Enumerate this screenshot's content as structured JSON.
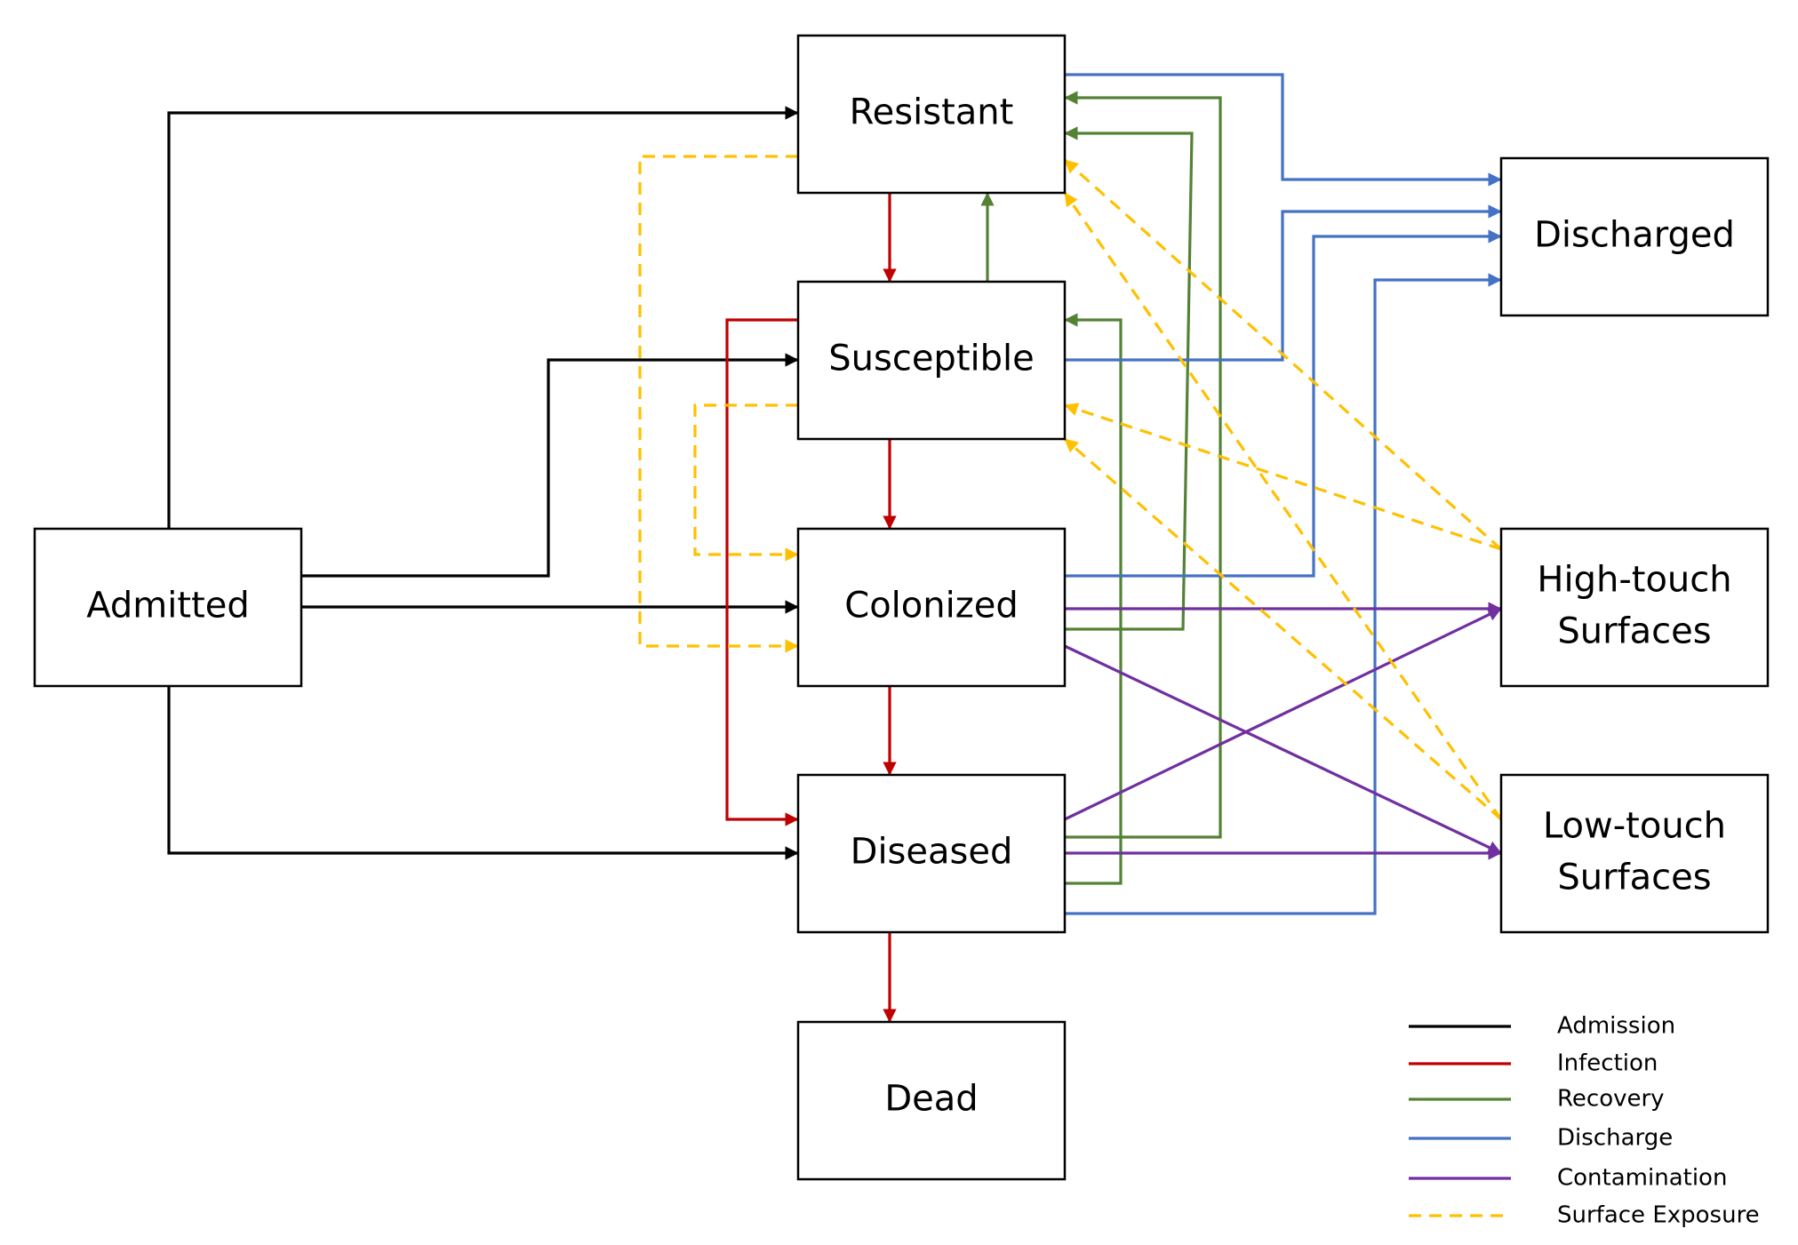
{
  "nodes": {
    "resistant": {
      "lines": [
        "Resistant"
      ]
    },
    "susceptible": {
      "lines": [
        "Susceptible"
      ]
    },
    "colonized": {
      "lines": [
        "Colonized"
      ]
    },
    "diseased": {
      "lines": [
        "Diseased"
      ]
    },
    "dead": {
      "lines": [
        "Dead"
      ]
    },
    "admitted": {
      "lines": [
        "Admitted"
      ]
    },
    "discharged": {
      "lines": [
        "Discharged"
      ]
    },
    "high_touch": {
      "lines": [
        "High-touch",
        "Surfaces"
      ]
    },
    "low_touch": {
      "lines": [
        "Low-touch",
        "Surfaces"
      ]
    }
  },
  "edge_types": {
    "admission": {
      "label": "Admission",
      "color": "#000000",
      "dashed": false
    },
    "infection": {
      "label": "Infection",
      "color": "#c00000",
      "dashed": false
    },
    "recovery": {
      "label": "Recovery",
      "color": "#548235",
      "dashed": false
    },
    "discharge": {
      "label": "Discharge",
      "color": "#4472c4",
      "dashed": false
    },
    "contamination": {
      "label": "Contamination",
      "color": "#7030a0",
      "dashed": false
    },
    "surface_exposure": {
      "label": "Surface Exposure",
      "color": "#ffc000",
      "dashed": true
    }
  },
  "legend_order": [
    "admission",
    "infection",
    "recovery",
    "discharge",
    "contamination",
    "surface_exposure"
  ],
  "edges": [
    {
      "type": "admission",
      "from": "admitted",
      "to": "resistant"
    },
    {
      "type": "admission",
      "from": "admitted",
      "to": "susceptible"
    },
    {
      "type": "admission",
      "from": "admitted",
      "to": "colonized"
    },
    {
      "type": "admission",
      "from": "admitted",
      "to": "diseased"
    },
    {
      "type": "infection",
      "from": "resistant",
      "to": "susceptible"
    },
    {
      "type": "infection",
      "from": "susceptible",
      "to": "colonized"
    },
    {
      "type": "infection",
      "from": "colonized",
      "to": "diseased"
    },
    {
      "type": "infection",
      "from": "diseased",
      "to": "dead"
    },
    {
      "type": "infection",
      "from": "susceptible",
      "to": "diseased"
    },
    {
      "type": "recovery",
      "from": "susceptible",
      "to": "resistant"
    },
    {
      "type": "recovery",
      "from": "diseased",
      "to": "resistant"
    },
    {
      "type": "recovery",
      "from": "colonized",
      "to": "resistant"
    },
    {
      "type": "recovery",
      "from": "diseased",
      "to": "susceptible"
    },
    {
      "type": "discharge",
      "from": "resistant",
      "to": "discharged"
    },
    {
      "type": "discharge",
      "from": "susceptible",
      "to": "discharged"
    },
    {
      "type": "discharge",
      "from": "colonized",
      "to": "discharged"
    },
    {
      "type": "discharge",
      "from": "diseased",
      "to": "discharged"
    },
    {
      "type": "contamination",
      "from": "colonized",
      "to": "high_touch"
    },
    {
      "type": "contamination",
      "from": "colonized",
      "to": "low_touch"
    },
    {
      "type": "contamination",
      "from": "diseased",
      "to": "high_touch"
    },
    {
      "type": "contamination",
      "from": "diseased",
      "to": "low_touch"
    },
    {
      "type": "surface_exposure",
      "from": "resistant",
      "to": "colonized"
    },
    {
      "type": "surface_exposure",
      "from": "susceptible",
      "to": "colonized"
    },
    {
      "type": "surface_exposure",
      "from": "high_touch",
      "to": "resistant"
    },
    {
      "type": "surface_exposure",
      "from": "low_touch",
      "to": "resistant"
    },
    {
      "type": "surface_exposure",
      "from": "high_touch",
      "to": "susceptible"
    },
    {
      "type": "surface_exposure",
      "from": "low_touch",
      "to": "susceptible"
    }
  ]
}
